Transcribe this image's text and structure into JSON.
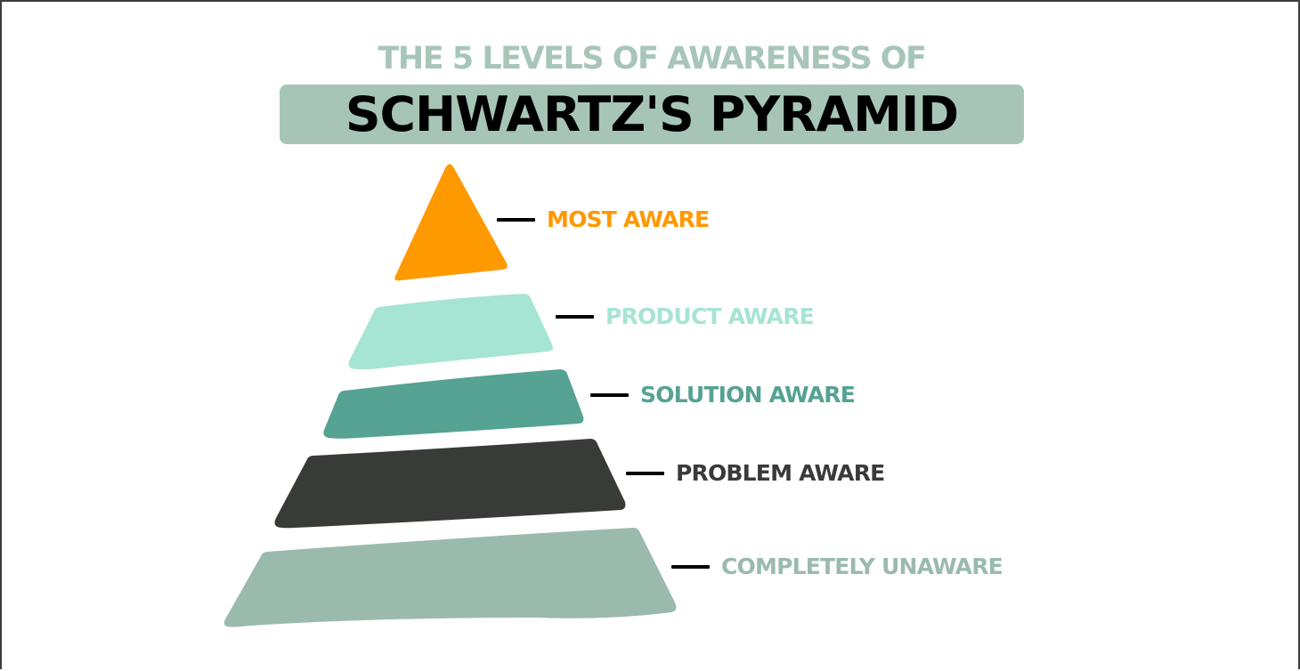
{
  "header": {
    "subtitle": "THE 5 LEVELS OF AWARENESS OF",
    "title": "SCHWARTZ'S PYRAMID",
    "subtitle_color": "#a8c6b8",
    "banner_color": "#a7c5b6",
    "title_color": "#000000"
  },
  "pyramid": {
    "levels": [
      {
        "label": "MOST AWARE",
        "color": "#ff9900",
        "text_color": "#ff9900"
      },
      {
        "label": "PRODUCT AWARE",
        "color": "#a6e4d4",
        "text_color": "#a6e4d4"
      },
      {
        "label": "SOLUTION AWARE",
        "color": "#56a293",
        "text_color": "#56a293"
      },
      {
        "label": "PROBLEM AWARE",
        "color": "#393b39",
        "text_color": "#393b39"
      },
      {
        "label": "COMPLETELY UNAWARE",
        "color": "#9bbaae",
        "text_color": "#9bbaae"
      }
    ]
  }
}
